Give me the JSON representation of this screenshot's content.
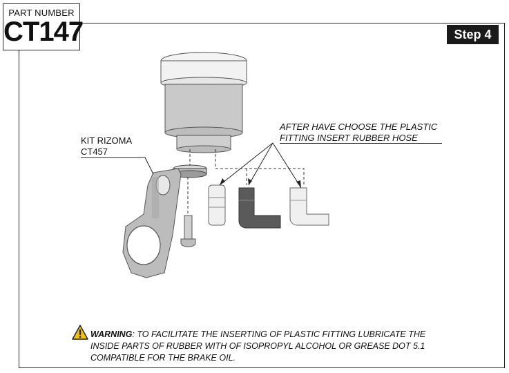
{
  "part": {
    "label": "PART NUMBER",
    "value": "CT147"
  },
  "step": {
    "label": "Step 4"
  },
  "callouts": {
    "kit_line1": "KIT RIZOMA",
    "kit_line2": "CT457",
    "after_line1": "AFTER HAVE CHOOSE THE PLASTIC",
    "after_line2": "FITTING INSERT RUBBER HOSE"
  },
  "warning": {
    "label": "WARNING",
    "text_line1": ": TO FACILITATE THE INSERTING OF PLASTIC FITTING LUBRICATE THE",
    "text_line2": "INSIDE PARTS OF RUBBER WITH OF ISOPROPYL ALCOHOL OR GREASE DOT 5.1",
    "text_line3": "COMPATIBLE FOR THE BRAKE OIL."
  },
  "colors": {
    "reservoir_cap": "#f2f2f2",
    "reservoir_body": "#c8c8c8",
    "bracket": "#b8b8b8",
    "dark_fitting": "#5a5a5a",
    "light_fitting": "#f0f0f0",
    "warning_yellow": "#f2c300"
  }
}
